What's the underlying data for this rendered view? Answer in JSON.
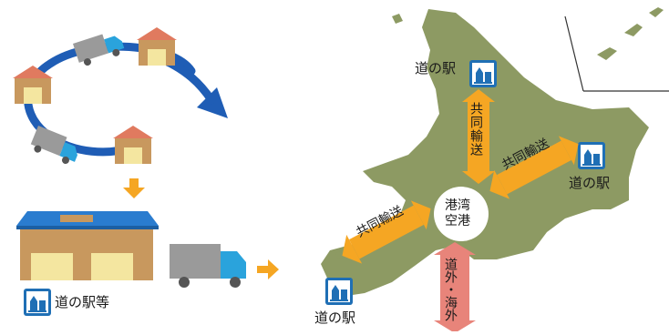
{
  "labels": {
    "station_north": "道の駅",
    "station_east": "道の駅",
    "station_south": "道の駅",
    "stations_etc": "道の駅等",
    "hub": "港湾\n空港",
    "joint_transport": "共同輸送",
    "outside": "道外・海外"
  },
  "icons": {
    "station_icon": "road-station-icon",
    "warehouse": "warehouse-icon",
    "truck": "truck-icon",
    "house": "house-icon"
  },
  "colors": {
    "land": "#8d9a63",
    "arrow_orange": "#f5a623",
    "arrow_pink": "#e8847a",
    "route_blue": "#1f5db5",
    "warehouse_roof": "#2a7ccf",
    "icon_blue": "#1f6fb5"
  }
}
